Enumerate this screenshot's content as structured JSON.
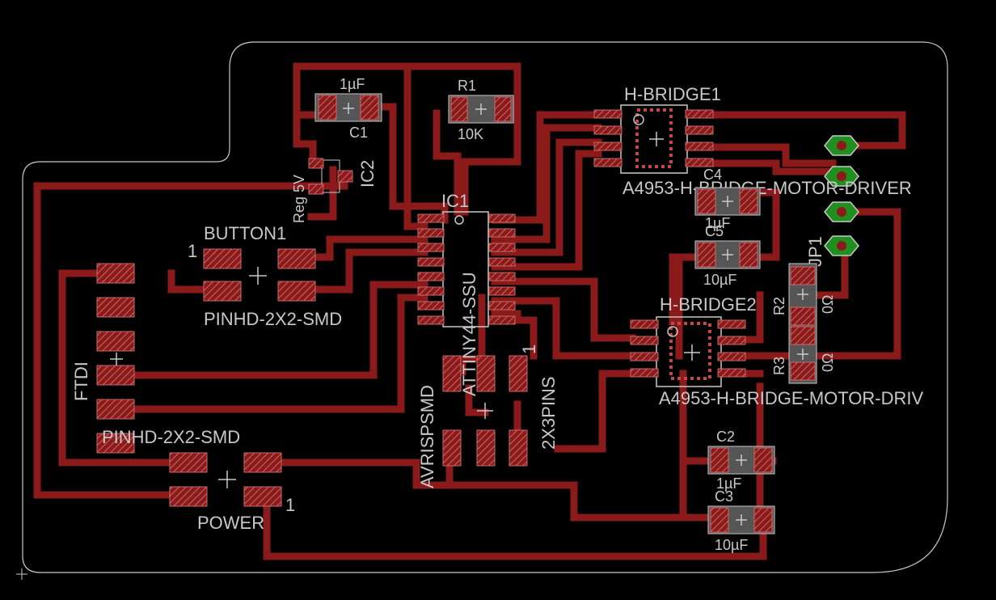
{
  "board": {
    "colors": {
      "background": "#000000",
      "outline": "#c8c8c8",
      "trace": "#8b1a1a",
      "pad": "#c04a4a",
      "silk": "#c8c8c8",
      "via": "#22a322"
    }
  },
  "components": {
    "c1": {
      "value": "1µF",
      "name": "C1"
    },
    "r1": {
      "name": "R1",
      "value": "10K"
    },
    "hb1": {
      "name": "H-BRIDGE1",
      "value": "A4953-H-BRIDGE-MOTOR-DRIVER"
    },
    "ic2": {
      "name": "IC2",
      "value": "Reg 5V"
    },
    "ic1": {
      "name": "IC1",
      "value": "ATTINY44-SSU"
    },
    "c4": {
      "name": "C4",
      "value": "1µF"
    },
    "c5": {
      "name": "C5",
      "value": "10µF"
    },
    "button1": {
      "name": "BUTTON1",
      "pin1": "1",
      "value": "PINHD-2X2-SMD"
    },
    "ftdi": {
      "name": "FTDI",
      "value": "PINHD-2X2-SMD"
    },
    "avrisp": {
      "name": "AVRISPSMD",
      "value": "2X3PINS",
      "pin1": "1"
    },
    "hb2": {
      "name": "H-BRIDGE2",
      "value": "A4953-H-BRIDGE-MOTOR-DRIV"
    },
    "jp1": {
      "name": "JP1"
    },
    "r2": {
      "name": "R2",
      "value": "0Ω"
    },
    "r3": {
      "name": "R3",
      "value": "0Ω"
    },
    "c2": {
      "name": "C2",
      "value": "1µF"
    },
    "c3": {
      "name": "C3",
      "value": "10µF"
    },
    "power": {
      "name": "POWER",
      "pin1": "1"
    }
  }
}
